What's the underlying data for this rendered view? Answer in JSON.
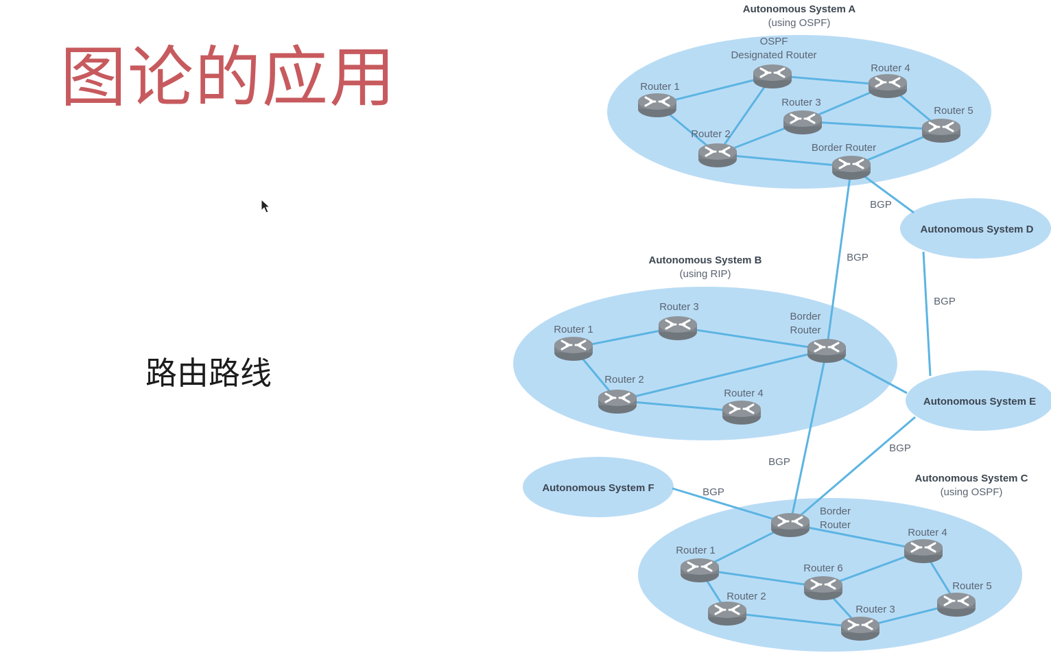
{
  "slide": {
    "title": "图论的应用",
    "subtitle": "路由路线"
  },
  "icons": {
    "cursor": "mouse-pointer-icon",
    "router": "router-icon"
  },
  "colors": {
    "title": "#c75a5e",
    "as_fill": "#b9dcf5",
    "link": "#5cb4e2",
    "router_body": "#8e9499"
  },
  "diagram": {
    "systems": [
      {
        "id": "A",
        "name": "Autonomous System A",
        "protocol": "(using OSPF)"
      },
      {
        "id": "B",
        "name": "Autonomous System B",
        "protocol": "(using RIP)"
      },
      {
        "id": "C",
        "name": "Autonomous System C",
        "protocol": "(using OSPF)"
      },
      {
        "id": "D",
        "name": "Autonomous System D"
      },
      {
        "id": "E",
        "name": "Autonomous System E"
      },
      {
        "id": "F",
        "name": "Autonomous System F"
      }
    ],
    "routers": [
      {
        "id": "a1",
        "label": [
          "Router 1"
        ]
      },
      {
        "id": "a2",
        "label": [
          "Router 2"
        ]
      },
      {
        "id": "a3",
        "label": [
          "Router 3"
        ]
      },
      {
        "id": "a4",
        "label": [
          "Router 4"
        ]
      },
      {
        "id": "a5",
        "label": [
          "Router 5"
        ]
      },
      {
        "id": "adr",
        "label": [
          "OSPF",
          "Designated Router"
        ]
      },
      {
        "id": "ab",
        "label": [
          "Border Router"
        ]
      },
      {
        "id": "b1",
        "label": [
          "Router 1"
        ]
      },
      {
        "id": "b2",
        "label": [
          "Router 2"
        ]
      },
      {
        "id": "b3",
        "label": [
          "Router 3"
        ]
      },
      {
        "id": "b4",
        "label": [
          "Router 4"
        ]
      },
      {
        "id": "bb",
        "label": [
          "Border",
          "Router"
        ]
      },
      {
        "id": "cb",
        "label": [
          "Border",
          "Router"
        ]
      },
      {
        "id": "c1",
        "label": [
          "Router 1"
        ]
      },
      {
        "id": "c2",
        "label": [
          "Router 2"
        ]
      },
      {
        "id": "c3",
        "label": [
          "Router 3"
        ]
      },
      {
        "id": "c4",
        "label": [
          "Router 4"
        ]
      },
      {
        "id": "c5",
        "label": [
          "Router 5"
        ]
      },
      {
        "id": "c6",
        "label": [
          "Router 6"
        ]
      }
    ],
    "links": [
      {
        "from": "a1",
        "to": "adr"
      },
      {
        "from": "a1",
        "to": "a2"
      },
      {
        "from": "adr",
        "to": "a4"
      },
      {
        "from": "adr",
        "to": "a2"
      },
      {
        "from": "a2",
        "to": "a3"
      },
      {
        "from": "a2",
        "to": "ab"
      },
      {
        "from": "a3",
        "to": "a4"
      },
      {
        "from": "a3",
        "to": "a5"
      },
      {
        "from": "a4",
        "to": "a5"
      },
      {
        "from": "a5",
        "to": "ab"
      },
      {
        "from": "b1",
        "to": "b3"
      },
      {
        "from": "b1",
        "to": "b2"
      },
      {
        "from": "b3",
        "to": "bb"
      },
      {
        "from": "b2",
        "to": "bb"
      },
      {
        "from": "b2",
        "to": "b4"
      },
      {
        "from": "cb",
        "to": "c1"
      },
      {
        "from": "cb",
        "to": "c4"
      },
      {
        "from": "c1",
        "to": "c6"
      },
      {
        "from": "c1",
        "to": "c2"
      },
      {
        "from": "c2",
        "to": "c3"
      },
      {
        "from": "c6",
        "to": "c3"
      },
      {
        "from": "c6",
        "to": "c4"
      },
      {
        "from": "c4",
        "to": "c5"
      },
      {
        "from": "c3",
        "to": "c5"
      },
      {
        "from": "ab",
        "to": "bb",
        "label": "BGP"
      },
      {
        "from": "ab",
        "to": "D",
        "label": "BGP"
      },
      {
        "from": "D",
        "to": "E",
        "label": "BGP"
      },
      {
        "from": "bb",
        "to": "E"
      },
      {
        "from": "bb",
        "to": "cb",
        "label": "BGP"
      },
      {
        "from": "E",
        "to": "cb",
        "label": "BGP"
      },
      {
        "from": "F",
        "to": "cb",
        "label": "BGP"
      }
    ]
  }
}
